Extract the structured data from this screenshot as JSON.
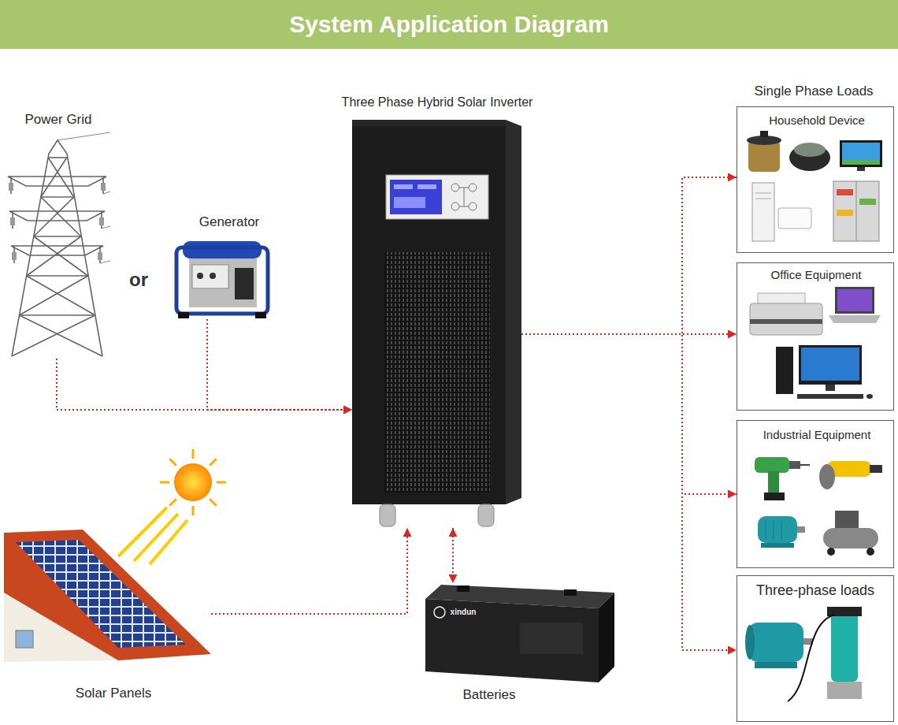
{
  "diagram": {
    "title": "System Application Diagram",
    "nodes": [
      {
        "text": [
          "Power Grid"
        ]
      },
      {
        "text": [
          "Generator"
        ]
      },
      {
        "text": [
          "Three Phase Hybrid Solar Inverter"
        ]
      },
      {
        "text": [
          "Household Device"
        ]
      },
      {
        "text": [
          "Office Equipment"
        ]
      },
      {
        "text": [
          "Industrial Equipment"
        ]
      },
      {
        "text": [
          "Three-phase loads"
        ]
      },
      {
        "text": [
          "Solar Panels"
        ]
      },
      {
        "text": [
          "Batteries"
        ]
      }
    ],
    "edges": [
      {
        "from": 0,
        "to": 2,
        "arrow": "to"
      },
      {
        "from": 1,
        "to": 2,
        "arrow": "to"
      },
      {
        "from": 2,
        "to": 3,
        "arrow": "to"
      },
      {
        "from": 2,
        "to": 4,
        "arrow": "to"
      },
      {
        "from": 2,
        "to": 5,
        "arrow": "to"
      },
      {
        "from": 2,
        "to": 6,
        "arrow": "to"
      },
      {
        "from": 7,
        "to": 2,
        "arrow": "to"
      },
      {
        "from": 2,
        "to": 8,
        "arrow": "both"
      }
    ],
    "labels": [
      "or",
      "Single Phase Loads",
      "xindun"
    ]
  }
}
